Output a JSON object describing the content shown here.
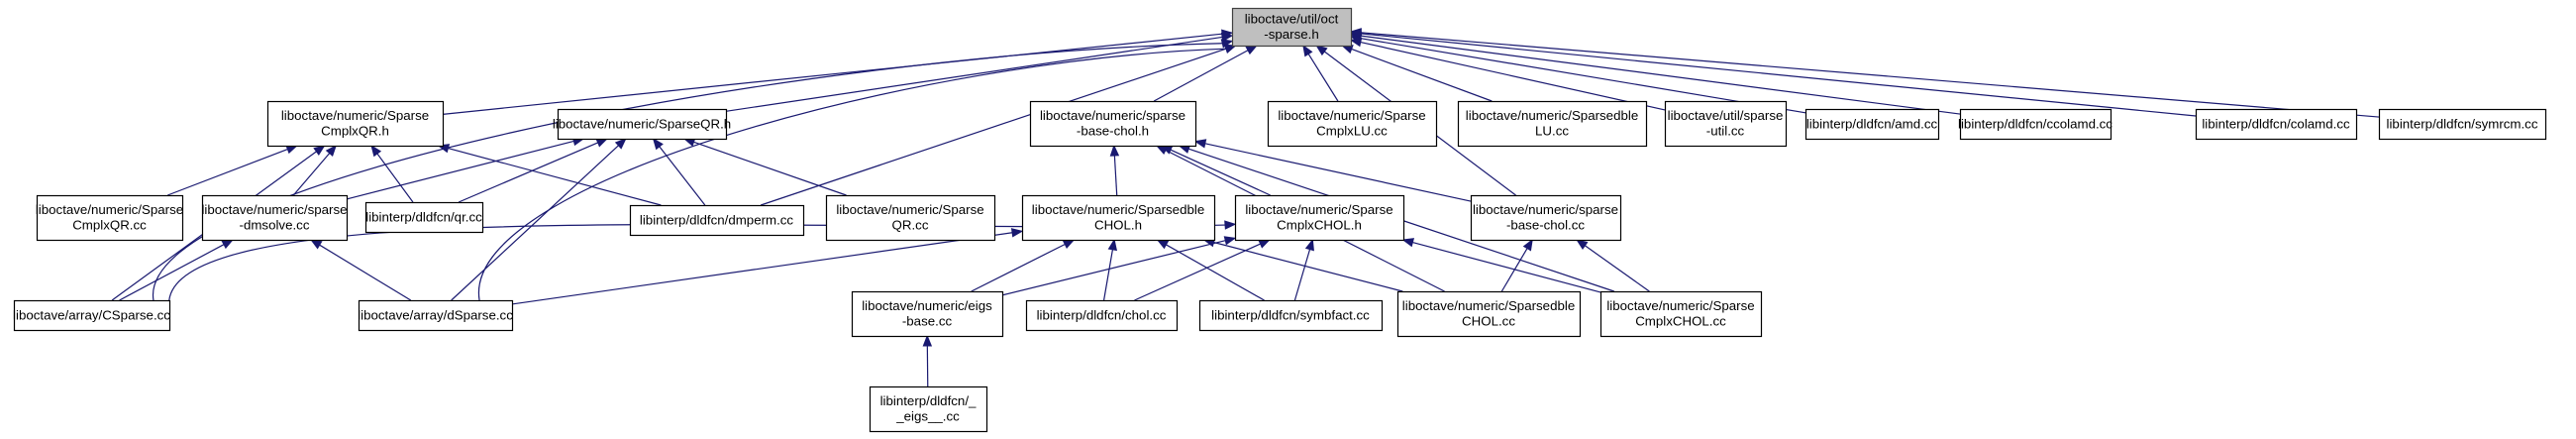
{
  "diagram": {
    "type": "include-dependency-graph",
    "root": "oct_sparse_h",
    "colors": {
      "edge": "#191970",
      "root_fill": "#bfbfbf",
      "node_fill": "#ffffff",
      "node_border": "#000000"
    },
    "nodes": [
      {
        "id": "oct_sparse_h",
        "lines": [
          "liboctave/util/oct",
          "-sparse.h"
        ]
      },
      {
        "id": "SparseCmplxQR_h",
        "lines": [
          "liboctave/numeric/Sparse",
          "CmplxQR.h"
        ]
      },
      {
        "id": "SparseQR_h",
        "lines": [
          "liboctave/numeric/SparseQR.h"
        ]
      },
      {
        "id": "sparse_base_chol_h",
        "lines": [
          "liboctave/numeric/sparse",
          "-base-chol.h"
        ]
      },
      {
        "id": "SparseCmplxLU_cc",
        "lines": [
          "liboctave/numeric/Sparse",
          "CmplxLU.cc"
        ]
      },
      {
        "id": "SparsedbleLU_cc",
        "lines": [
          "liboctave/numeric/Sparsedble",
          "LU.cc"
        ]
      },
      {
        "id": "sparse_util_cc",
        "lines": [
          "liboctave/util/sparse",
          "-util.cc"
        ]
      },
      {
        "id": "amd_cc",
        "lines": [
          "libinterp/dldfcn/amd.cc"
        ]
      },
      {
        "id": "ccolamd_cc",
        "lines": [
          "libinterp/dldfcn/ccolamd.cc"
        ]
      },
      {
        "id": "colamd_cc",
        "lines": [
          "libinterp/dldfcn/colamd.cc"
        ]
      },
      {
        "id": "symrcm_cc",
        "lines": [
          "libinterp/dldfcn/symrcm.cc"
        ]
      },
      {
        "id": "SparseCmplxQR_cc",
        "lines": [
          "liboctave/numeric/Sparse",
          "CmplxQR.cc"
        ]
      },
      {
        "id": "sparse_dmsolve_cc",
        "lines": [
          "liboctave/numeric/sparse",
          "-dmsolve.cc"
        ]
      },
      {
        "id": "qr_cc",
        "lines": [
          "libinterp/dldfcn/qr.cc"
        ]
      },
      {
        "id": "dmperm_cc",
        "lines": [
          "libinterp/dldfcn/dmperm.cc"
        ]
      },
      {
        "id": "SparseQR_cc",
        "lines": [
          "liboctave/numeric/Sparse",
          "QR.cc"
        ]
      },
      {
        "id": "SparsedbleCHOL_h",
        "lines": [
          "liboctave/numeric/Sparsedble",
          "CHOL.h"
        ]
      },
      {
        "id": "SparseCmplxCHOL_h",
        "lines": [
          "liboctave/numeric/Sparse",
          "CmplxCHOL.h"
        ]
      },
      {
        "id": "sparse_base_chol_cc",
        "lines": [
          "liboctave/numeric/sparse",
          "-base-chol.cc"
        ]
      },
      {
        "id": "CSparse_cc",
        "lines": [
          "liboctave/array/CSparse.cc"
        ]
      },
      {
        "id": "dSparse_cc",
        "lines": [
          "liboctave/array/dSparse.cc"
        ]
      },
      {
        "id": "eigs_base_cc",
        "lines": [
          "liboctave/numeric/eigs",
          "-base.cc"
        ]
      },
      {
        "id": "chol_cc",
        "lines": [
          "libinterp/dldfcn/chol.cc"
        ]
      },
      {
        "id": "symbfact_cc",
        "lines": [
          "libinterp/dldfcn/symbfact.cc"
        ]
      },
      {
        "id": "SparsedbleCHOL_cc",
        "lines": [
          "liboctave/numeric/Sparsedble",
          "CHOL.cc"
        ]
      },
      {
        "id": "SparseCmplxCHOL_cc",
        "lines": [
          "liboctave/numeric/Sparse",
          "CmplxCHOL.cc"
        ]
      },
      {
        "id": "eigs_cc",
        "lines": [
          "libinterp/dldfcn/_",
          "_eigs__.cc"
        ]
      }
    ],
    "edges": [
      {
        "from": "SparseCmplxQR_h",
        "to": "oct_sparse_h"
      },
      {
        "from": "SparseQR_h",
        "to": "oct_sparse_h"
      },
      {
        "from": "sparse_base_chol_h",
        "to": "oct_sparse_h"
      },
      {
        "from": "SparseCmplxLU_cc",
        "to": "oct_sparse_h"
      },
      {
        "from": "SparsedbleLU_cc",
        "to": "oct_sparse_h"
      },
      {
        "from": "sparse_util_cc",
        "to": "oct_sparse_h"
      },
      {
        "from": "amd_cc",
        "to": "oct_sparse_h"
      },
      {
        "from": "ccolamd_cc",
        "to": "oct_sparse_h"
      },
      {
        "from": "colamd_cc",
        "to": "oct_sparse_h"
      },
      {
        "from": "symrcm_cc",
        "to": "oct_sparse_h"
      },
      {
        "from": "CSparse_cc",
        "to": "oct_sparse_h"
      },
      {
        "from": "dSparse_cc",
        "to": "oct_sparse_h"
      },
      {
        "from": "dmperm_cc",
        "to": "oct_sparse_h"
      },
      {
        "from": "sparse_base_chol_cc",
        "to": "oct_sparse_h"
      },
      {
        "from": "SparseCmplxQR_cc",
        "to": "SparseCmplxQR_h"
      },
      {
        "from": "sparse_dmsolve_cc",
        "to": "SparseCmplxQR_h"
      },
      {
        "from": "qr_cc",
        "to": "SparseCmplxQR_h"
      },
      {
        "from": "dmperm_cc",
        "to": "SparseCmplxQR_h"
      },
      {
        "from": "CSparse_cc",
        "to": "SparseCmplxQR_h"
      },
      {
        "from": "sparse_dmsolve_cc",
        "to": "SparseQR_h"
      },
      {
        "from": "qr_cc",
        "to": "SparseQR_h"
      },
      {
        "from": "dmperm_cc",
        "to": "SparseQR_h"
      },
      {
        "from": "SparseQR_cc",
        "to": "SparseQR_h"
      },
      {
        "from": "dSparse_cc",
        "to": "SparseQR_h"
      },
      {
        "from": "CSparse_cc",
        "to": "sparse_dmsolve_cc"
      },
      {
        "from": "dSparse_cc",
        "to": "sparse_dmsolve_cc"
      },
      {
        "from": "SparsedbleCHOL_h",
        "to": "sparse_base_chol_h"
      },
      {
        "from": "SparseCmplxCHOL_h",
        "to": "sparse_base_chol_h"
      },
      {
        "from": "sparse_base_chol_cc",
        "to": "sparse_base_chol_h"
      },
      {
        "from": "SparsedbleCHOL_cc",
        "to": "sparse_base_chol_h"
      },
      {
        "from": "SparseCmplxCHOL_cc",
        "to": "sparse_base_chol_h"
      },
      {
        "from": "dSparse_cc",
        "to": "SparsedbleCHOL_h"
      },
      {
        "from": "eigs_base_cc",
        "to": "SparsedbleCHOL_h"
      },
      {
        "from": "chol_cc",
        "to": "SparsedbleCHOL_h"
      },
      {
        "from": "symbfact_cc",
        "to": "SparsedbleCHOL_h"
      },
      {
        "from": "SparsedbleCHOL_cc",
        "to": "SparsedbleCHOL_h"
      },
      {
        "from": "CSparse_cc",
        "to": "SparseCmplxCHOL_h"
      },
      {
        "from": "eigs_base_cc",
        "to": "SparseCmplxCHOL_h"
      },
      {
        "from": "chol_cc",
        "to": "SparseCmplxCHOL_h"
      },
      {
        "from": "symbfact_cc",
        "to": "SparseCmplxCHOL_h"
      },
      {
        "from": "SparseCmplxCHOL_cc",
        "to": "SparseCmplxCHOL_h"
      },
      {
        "from": "SparsedbleCHOL_cc",
        "to": "sparse_base_chol_cc"
      },
      {
        "from": "SparseCmplxCHOL_cc",
        "to": "sparse_base_chol_cc"
      },
      {
        "from": "eigs_cc",
        "to": "eigs_base_cc"
      }
    ]
  }
}
